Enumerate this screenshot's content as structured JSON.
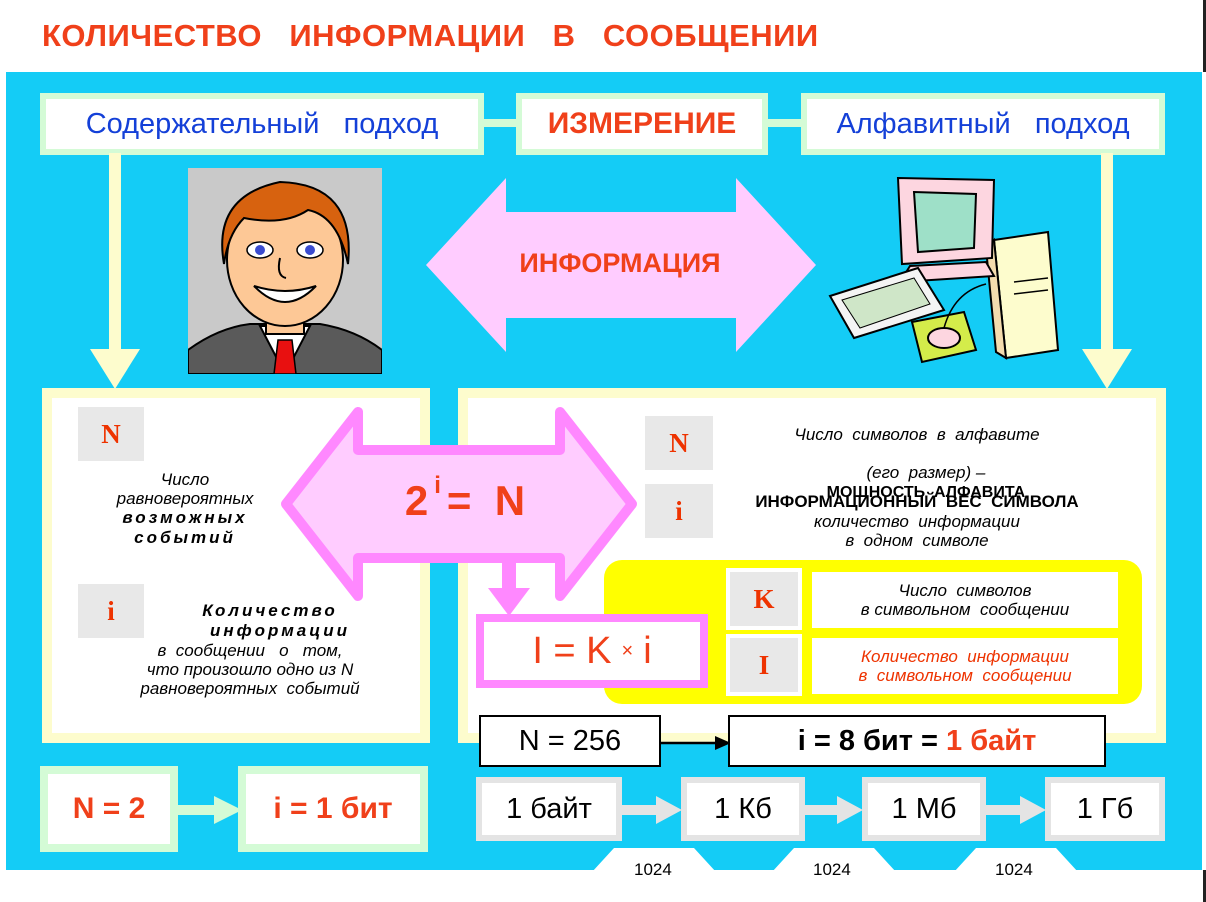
{
  "title": "КОЛИЧЕСТВО   ИНФОРМАЦИИ   В   СООБЩЕНИИ",
  "header": {
    "content_approach": "Содержательный   подход",
    "measurement": "ИЗМЕРЕНИЕ",
    "alphabet_approach": "Алфавитный   подход"
  },
  "center_arrow_label": "ИНФОРМАЦИЯ",
  "formula": {
    "base": "2",
    "exp": "i",
    "rhs": "=  N"
  },
  "left_card": {
    "n_symbol": "N",
    "n_line1": "Число",
    "n_line2": "равновероятных",
    "n_line3": "возможных",
    "n_line4": "событий",
    "i_symbol": "i",
    "i_line1": "Количество",
    "i_line2": "информации",
    "i_line3": "в  сообщении   о   том,",
    "i_line4": "что произошло одно из N",
    "i_line5": "равновероятных  событий"
  },
  "right_card": {
    "n_symbol": "N",
    "n_line1": "Число  символов  в  алфавите",
    "n_line2_italic": "(его  размер) –",
    "n_line2_bold": "МОЩНОСТЬ  АЛФАВИТА",
    "i_symbol": "i",
    "i_title": "ИНФОРМАЦИОННЫЙ  ВЕС  СИМВОЛА",
    "i_line1": "количество  информации",
    "i_line2": "в  одном  символе",
    "k_symbol": "K",
    "k_line1": "Число  символов",
    "k_line2": "в символьном  сообщении",
    "big_i_symbol": "I",
    "big_i_line1": "Количество  информации",
    "big_i_line2": "в  символьном  сообщении"
  },
  "formula2": {
    "lhs": "I = K",
    "times": "×",
    "rhs": "i"
  },
  "n256": "N = 256",
  "i8": {
    "lead": "i = 8 бит = ",
    "accent": "1 байт"
  },
  "n2": "N = 2",
  "i1": "i = 1 бит",
  "units": [
    "1 байт",
    "1 Кб",
    "1 Мб",
    "1 Гб"
  ],
  "multipliers": [
    "1024",
    "1024",
    "1024"
  ],
  "colors": {
    "accent": "#f0401a",
    "panel": "#14ccf6",
    "pink": "#ffccff",
    "magenta": "#ff88ff",
    "yellow": "#ffff00",
    "blue_text": "#1440d8"
  }
}
